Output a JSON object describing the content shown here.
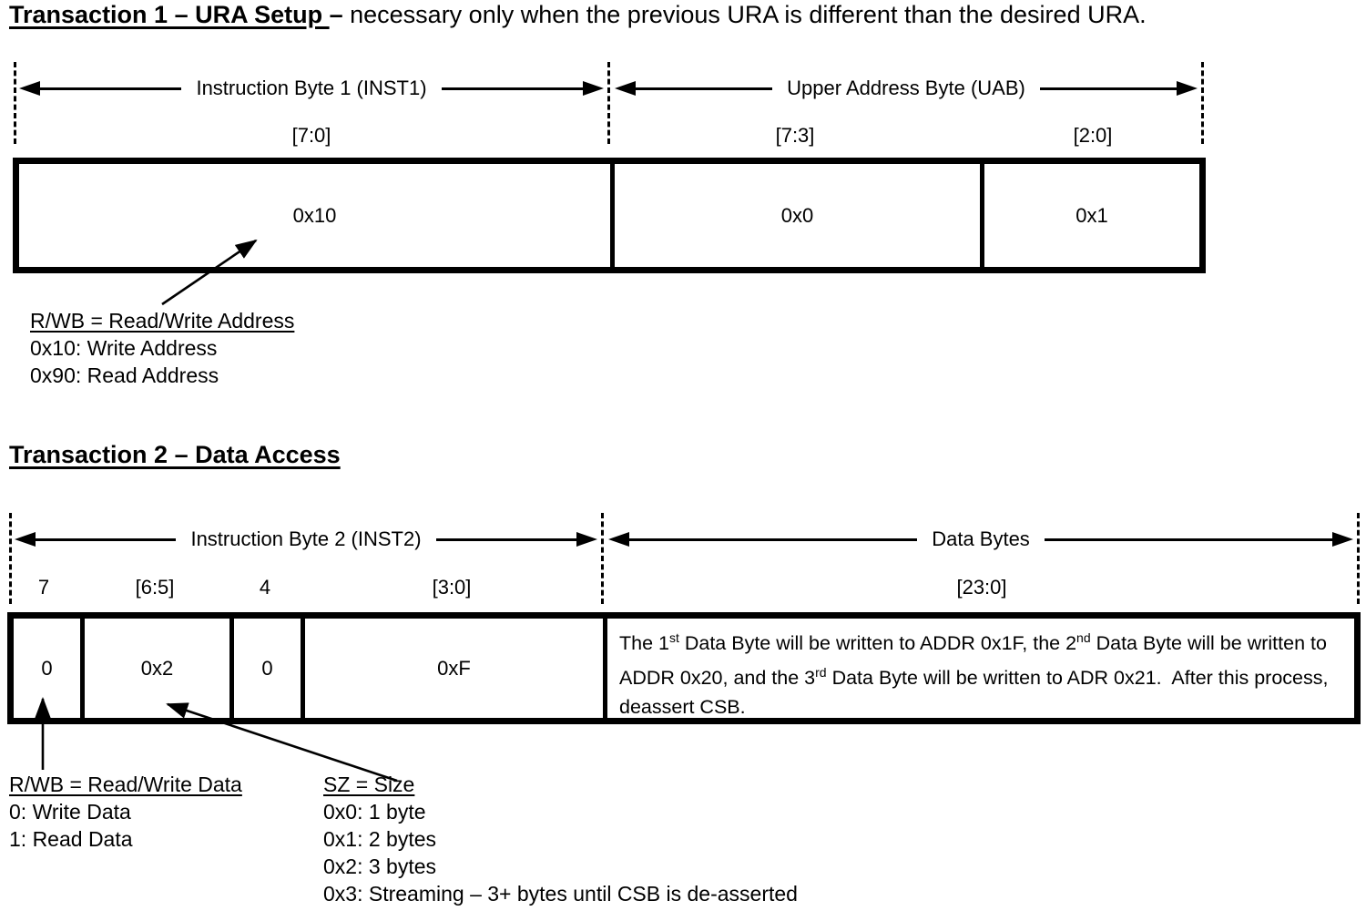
{
  "colors": {
    "ink": "#000000",
    "background": "#ffffff"
  },
  "title1": {
    "bold_underlined": "Transaction 1 – URA Setup ",
    "dash": "– ",
    "rest": "necessary only when the previous URA is different than the desired URA."
  },
  "title2": "Transaction 2 – Data Access",
  "diagram1": {
    "span_labels": [
      "Instruction Byte 1 (INST1)",
      "Upper Address Byte (UAB)"
    ],
    "bit_labels": [
      "[7:0]",
      "[7:3]",
      "[2:0]"
    ],
    "cells": [
      "0x10",
      "0x0",
      "0x1"
    ],
    "callout_rwb": {
      "title": "R/WB = Read/Write Address",
      "lines": [
        "0x10: Write Address",
        "0x90: Read Address"
      ]
    }
  },
  "diagram2": {
    "span_labels": [
      "Instruction Byte 2 (INST2)",
      "Data Bytes"
    ],
    "bit_labels": [
      "7",
      "[6:5]",
      "4",
      "[3:0]",
      "[23:0]"
    ],
    "cells": [
      "0",
      "0x2",
      "0",
      "0xF"
    ],
    "data_text": [
      {
        "t": "The 1"
      },
      {
        "t": "st",
        "sup": true
      },
      {
        "t": " Data Byte will be written to ADDR 0x1F, the 2"
      },
      {
        "t": "nd",
        "sup": true
      },
      {
        "t": " Data Byte will be written to ADDR 0x20, and the 3"
      },
      {
        "t": "rd",
        "sup": true
      },
      {
        "t": " Data Byte will be written to ADR 0x21.  After this process, deassert CSB."
      }
    ],
    "callout_rwb": {
      "title": "R/WB = Read/Write Data",
      "lines": [
        "0: Write Data",
        "1: Read Data"
      ]
    },
    "callout_sz": {
      "title": "SZ = Size",
      "lines": [
        "0x0: 1 byte",
        "0x1: 2 bytes",
        "0x2: 3 bytes",
        "0x3: Streaming – 3+ bytes until CSB is de-asserted"
      ]
    }
  }
}
